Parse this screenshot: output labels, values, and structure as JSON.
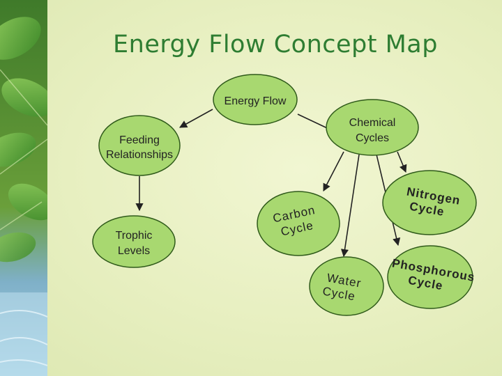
{
  "title": "Energy Flow Concept Map",
  "colors": {
    "node_fill": "#a8d870",
    "node_stroke": "#2f5a1a",
    "arrow": "#222222",
    "title": "#2e7d32"
  },
  "nodes": {
    "energy_flow": "Energy Flow",
    "chemical_cycles": [
      "Chemical",
      "Cycles"
    ],
    "feeding_relationships": [
      "Feeding",
      "Relationships"
    ],
    "trophic_levels": [
      "Trophic",
      "Levels"
    ],
    "carbon_cycle": [
      "Carbon",
      "Cycle"
    ],
    "water_cycle": [
      "Water",
      "Cycle"
    ],
    "nitrogen_cycle": [
      "Nitrogen",
      "Cycle"
    ],
    "phosphorous_cycle": [
      "Phosphorous",
      "Cycle"
    ]
  }
}
